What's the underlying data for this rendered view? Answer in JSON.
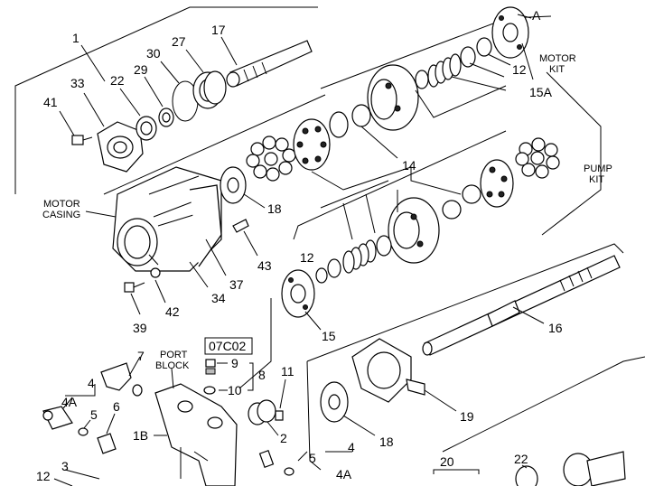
{
  "labels": {
    "n1": "1",
    "n41": "41",
    "n33": "33",
    "n22a": "22",
    "n29": "29",
    "n30": "30",
    "n27": "27",
    "n17": "17",
    "A": "A",
    "motor_kit_1": "MOTOR",
    "motor_kit_2": "KIT",
    "n12a": "12",
    "n15A": "15A",
    "n14": "14",
    "pump_kit_1": "PUMP",
    "pump_kit_2": "KIT",
    "motor_casing_1": "MOTOR",
    "motor_casing_2": "CASING",
    "n18a": "18",
    "n43": "43",
    "n37": "37",
    "n34": "34",
    "n42": "42",
    "n39": "39",
    "n12b": "12",
    "n15": "15",
    "n16": "16",
    "code": "07C02",
    "port_block_1": "PORT",
    "port_block_2": "BLOCK",
    "n7": "7",
    "n9": "9",
    "n8": "8",
    "n10": "10",
    "n11": "11",
    "n4a": "4",
    "n4Aa": "4A",
    "n5a": "5",
    "n6": "6",
    "n1B": "1B",
    "n2": "2",
    "n19": "19",
    "n18b": "18",
    "n4b": "4",
    "n5b": "5",
    "n4Ab": "4A",
    "n3": "3",
    "n12c": "12",
    "n20": "20",
    "n22b": "22"
  }
}
